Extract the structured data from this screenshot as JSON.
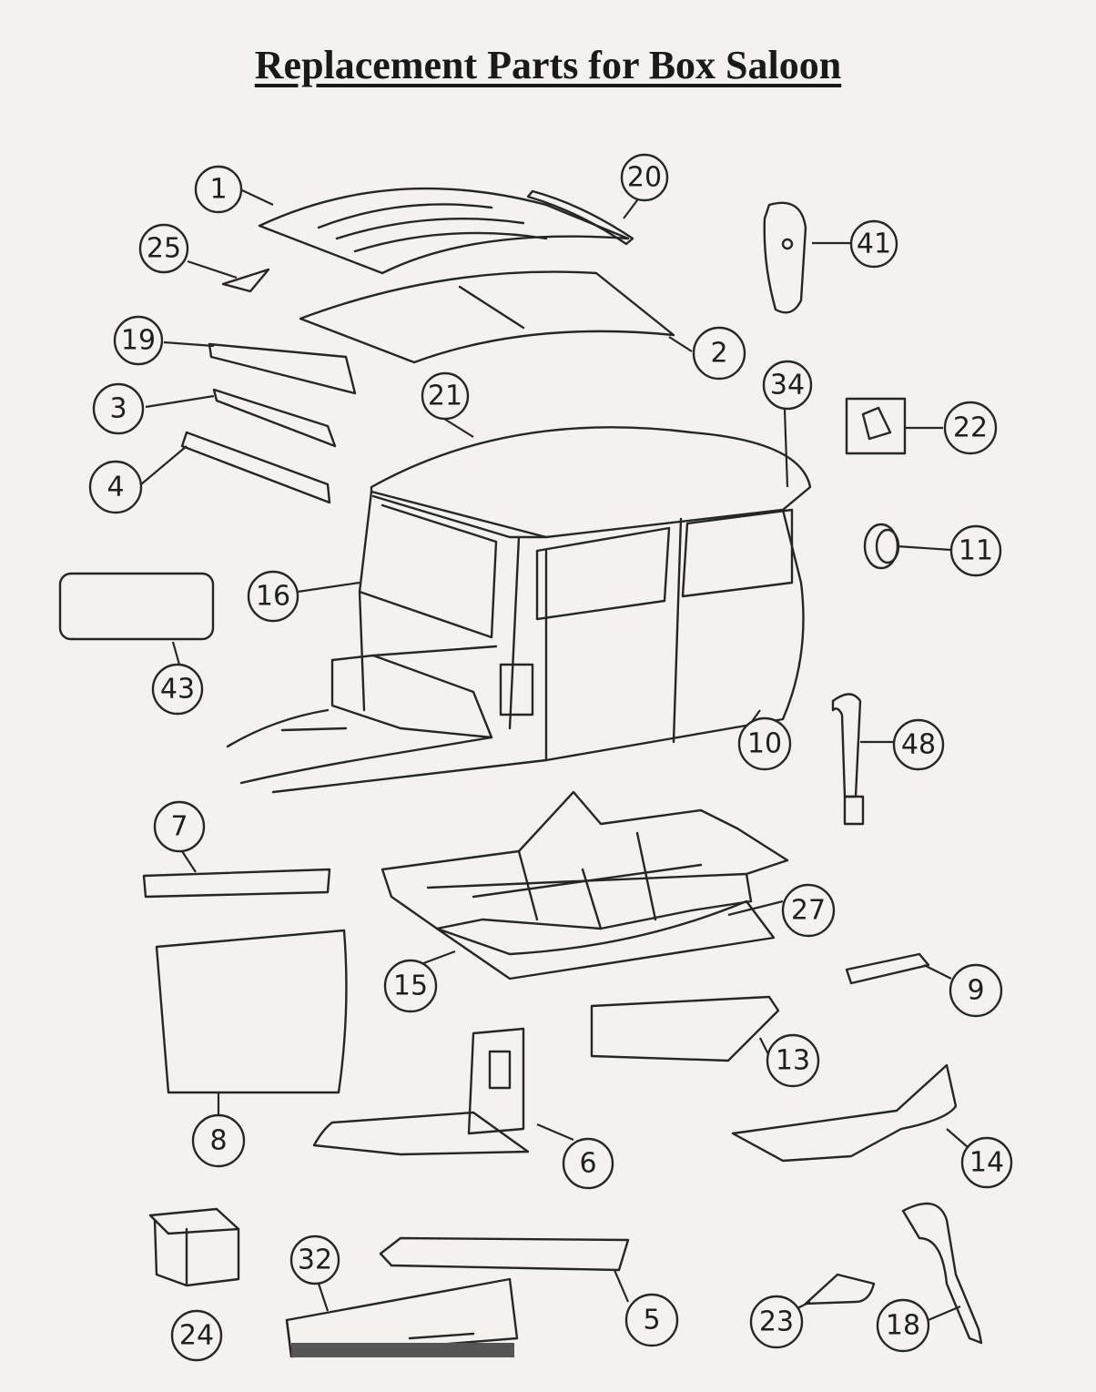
{
  "title": "Replacement Parts for Box Saloon",
  "callouts": [
    {
      "label": "1"
    },
    {
      "label": "20"
    },
    {
      "label": "25"
    },
    {
      "label": "41"
    },
    {
      "label": "19"
    },
    {
      "label": "2"
    },
    {
      "label": "3"
    },
    {
      "label": "21"
    },
    {
      "label": "34"
    },
    {
      "label": "22"
    },
    {
      "label": "4"
    },
    {
      "label": "11"
    },
    {
      "label": "16"
    },
    {
      "label": "43"
    },
    {
      "label": "10"
    },
    {
      "label": "48"
    },
    {
      "label": "7"
    },
    {
      "label": "27"
    },
    {
      "label": "15"
    },
    {
      "label": "9"
    },
    {
      "label": "13"
    },
    {
      "label": "8"
    },
    {
      "label": "6"
    },
    {
      "label": "14"
    },
    {
      "label": "32"
    },
    {
      "label": "24"
    },
    {
      "label": "5"
    },
    {
      "label": "23"
    },
    {
      "label": "18"
    }
  ]
}
